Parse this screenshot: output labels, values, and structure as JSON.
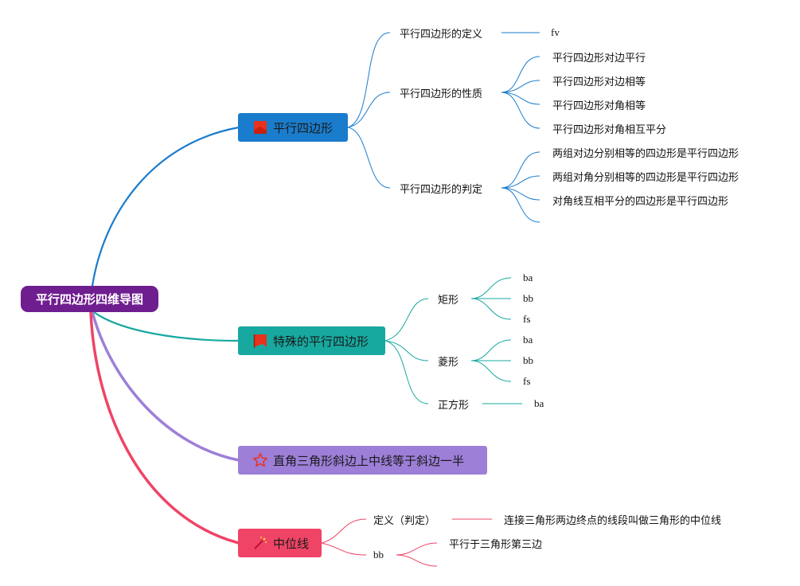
{
  "root": {
    "label": "平行四边形四维导图"
  },
  "branches": [
    {
      "label": "平行四边形",
      "color": "#1a7ccc",
      "icon": "red-flag-icon",
      "children": [
        {
          "label": "平行四边形的定义",
          "children": [
            "fv"
          ]
        },
        {
          "label": "平行四边形的性质",
          "children": [
            "平行四边形对边平行",
            "平行四边形对边相等",
            "平行四边形对角相等",
            "平行四边形对角相互平分"
          ]
        },
        {
          "label": "平行四边形的判定",
          "children": [
            "两组对边分别相等的四边形是平行四边形",
            "两组对角分别相等的四边形是平行四边形",
            "对角线互相平分的四边形是平行四边形",
            ""
          ]
        }
      ]
    },
    {
      "label": "特殊的平行四边形",
      "color": "#17a9a0",
      "icon": "red-flag-icon",
      "children": [
        {
          "label": "矩形",
          "children": [
            "ba",
            "bb",
            "fs"
          ]
        },
        {
          "label": "菱形",
          "children": [
            "ba",
            "bb",
            "fs"
          ]
        },
        {
          "label": "正方形",
          "children": [
            "ba"
          ]
        }
      ]
    },
    {
      "label": "直角三角形斜边上中线等于斜边一半",
      "color": "#9d7fd8",
      "icon": "red-star-icon",
      "children": []
    },
    {
      "label": "中位线",
      "color": "#ef4466",
      "icon": "magic-wand-icon",
      "children": [
        {
          "label": "定义（判定）",
          "children": [
            "连接三角形两边终点的线段叫做三角形的中位线"
          ]
        },
        {
          "label": "bb",
          "children": [
            "平行于三角形第三边",
            ""
          ]
        }
      ]
    }
  ]
}
